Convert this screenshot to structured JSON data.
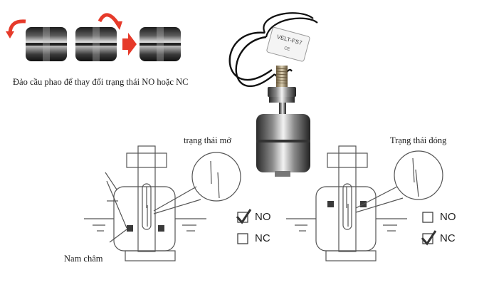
{
  "instruction_caption": "Đảo cầu phao để thay đổi trạng thái NO hoặc NC",
  "product_label_text": "VELT-FS7",
  "left_diagram": {
    "title": "trạng thái mở",
    "magnet_label": "Nam châm",
    "options": [
      {
        "label": "NO",
        "checked": true
      },
      {
        "label": "NC",
        "checked": false
      }
    ]
  },
  "right_diagram": {
    "title": "Trạng thái đóng",
    "options": [
      {
        "label": "NO",
        "checked": false
      },
      {
        "label": "NC",
        "checked": true
      }
    ]
  },
  "colors": {
    "arrow_red": "#e63a2a",
    "line_gray": "#555555",
    "magnet_dark": "#3a3a3a"
  }
}
